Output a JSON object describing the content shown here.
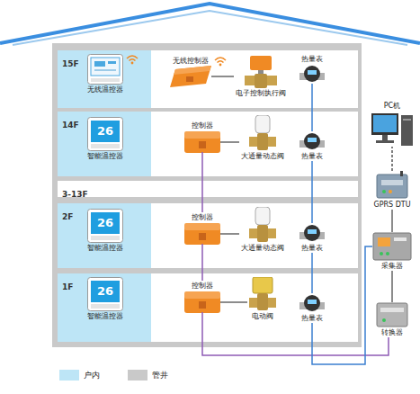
{
  "diagram": {
    "nodes": [
      {
        "text": [
          "15F"
        ]
      },
      {
        "text": [
          "无线温控器"
        ],
        "in": 0
      },
      {
        "text": [
          "无线控制器"
        ],
        "in": 0
      },
      {
        "text": [
          "电子控制执行阀"
        ],
        "in": 0
      },
      {
        "text": [
          "热量表"
        ],
        "in": 0
      },
      {
        "text": [
          "14F"
        ]
      },
      {
        "text": [
          "智能温控器"
        ],
        "in": 5
      },
      {
        "text": [
          "控制器"
        ],
        "in": 5
      },
      {
        "text": [
          "大通量动态阀"
        ],
        "in": 5
      },
      {
        "text": [
          "热量表"
        ],
        "in": 5
      },
      {
        "text": [
          "3-13F"
        ]
      },
      {
        "text": [
          "2F"
        ]
      },
      {
        "text": [
          "智能温控器"
        ],
        "in": 11
      },
      {
        "text": [
          "控制器"
        ],
        "in": 11
      },
      {
        "text": [
          "大通量动态阀"
        ],
        "in": 11
      },
      {
        "text": [
          "热量表"
        ],
        "in": 11
      },
      {
        "text": [
          "1F"
        ]
      },
      {
        "text": [
          "智能温控器"
        ],
        "in": 16
      },
      {
        "text": [
          "控制器"
        ],
        "in": 16
      },
      {
        "text": [
          "电动阀"
        ],
        "in": 16
      },
      {
        "text": [
          "热量表"
        ],
        "in": 16
      },
      {
        "text": [
          "PC机"
        ]
      },
      {
        "text": [
          "GPRS DTU"
        ]
      },
      {
        "text": [
          "采集器"
        ]
      },
      {
        "text": [
          "转换器"
        ]
      }
    ],
    "edges": [
      {
        "from": 2,
        "to": 3,
        "arrow": "none"
      },
      {
        "from": 7,
        "to": 8,
        "arrow": "none"
      },
      {
        "from": 13,
        "to": 14,
        "arrow": "none"
      },
      {
        "from": 18,
        "to": 19,
        "arrow": "none"
      },
      {
        "from": 7,
        "to": 13,
        "arrow": "none"
      },
      {
        "from": 13,
        "to": 18,
        "arrow": "none"
      },
      {
        "from": 18,
        "to": 24,
        "arrow": "none"
      },
      {
        "from": 4,
        "to": 9,
        "arrow": "none"
      },
      {
        "from": 9,
        "to": 15,
        "arrow": "none"
      },
      {
        "from": 15,
        "to": 20,
        "arrow": "none"
      },
      {
        "from": 20,
        "to": 23,
        "arrow": "none"
      },
      {
        "from": 24,
        "to": 23,
        "arrow": "none"
      },
      {
        "from": 23,
        "to": 22,
        "arrow": "none"
      },
      {
        "from": 22,
        "to": 21,
        "arrow": "none"
      }
    ],
    "labels": [
      "26",
      "26",
      "26"
    ],
    "legend": [
      {
        "text": "户内",
        "color": "#bde5f6"
      },
      {
        "text": "管井",
        "color": "#c9c9c9"
      }
    ]
  }
}
